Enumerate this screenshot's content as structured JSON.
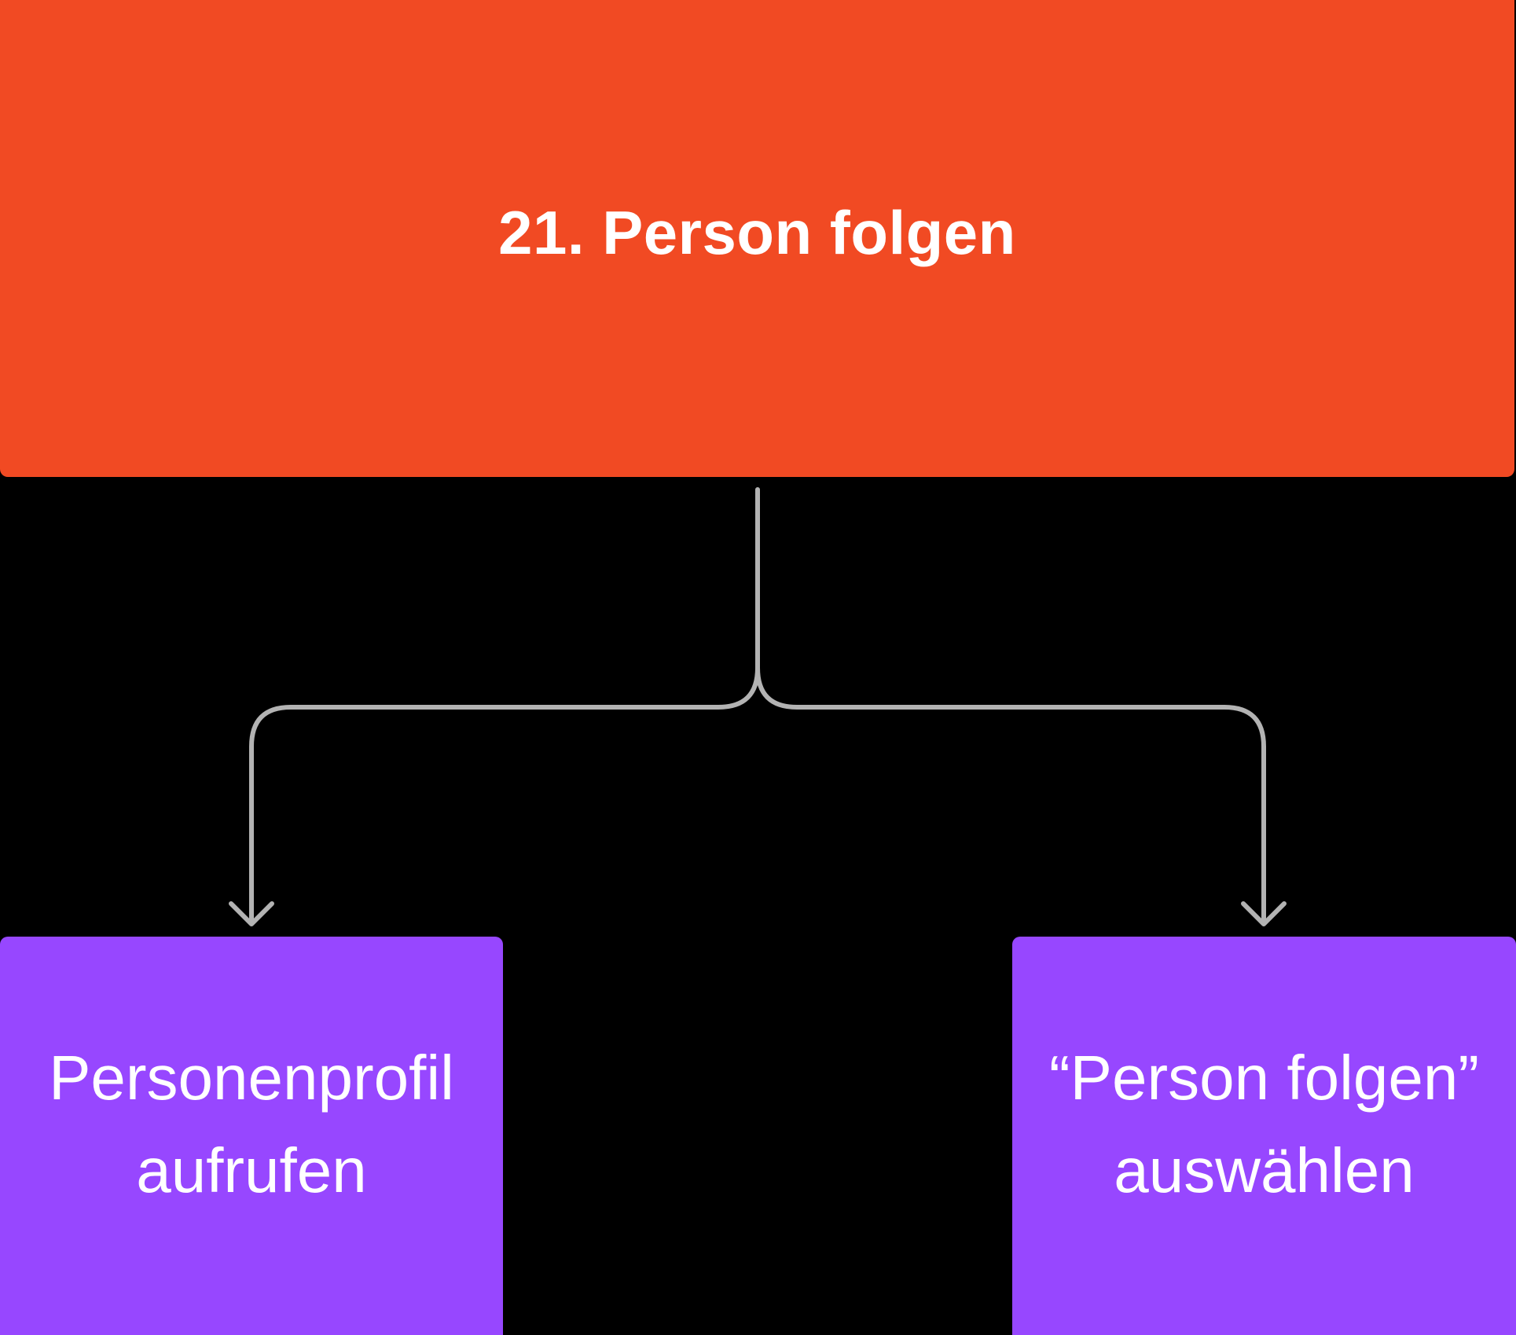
{
  "colors": {
    "background": "#000000",
    "main_node": "#F14A23",
    "sub_node": "#9747FF",
    "connector": "#B3B3B3",
    "text": "#FFFFFF"
  },
  "diagram": {
    "main": {
      "title": "21. Person folgen"
    },
    "steps": [
      {
        "line1": "Personenprofil",
        "line2": "aufrufen"
      },
      {
        "line1": "“Person folgen”",
        "line2": "auswählen"
      }
    ]
  }
}
